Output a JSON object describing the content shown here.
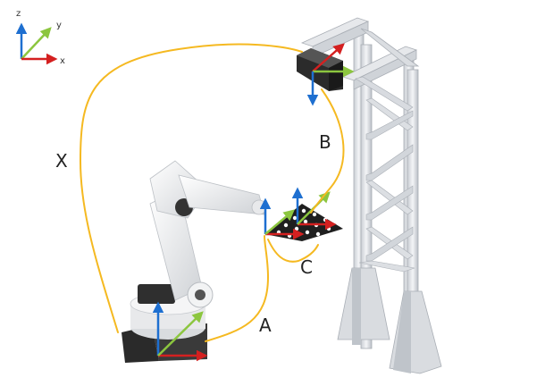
{
  "legend": {
    "z_label": "z",
    "y_label": "y",
    "x_label": "x"
  },
  "labels": {
    "x": "X",
    "a": "A",
    "b": "B",
    "c": "C"
  },
  "colors": {
    "axis_z": "#1e6fd0",
    "axis_y": "#8cc63f",
    "axis_x": "#d42020",
    "transform_path": "#f5b921",
    "robot_body": "#eeeeee",
    "robot_dark": "#2a2a2a",
    "frame_metal": "#dfe2e6"
  },
  "icons": {
    "legend": "coordinate-frame-icon",
    "robot": "industrial-robot-arm",
    "stand": "camera-mount-frame",
    "camera": "camera-device",
    "board": "calibration-checkerboard"
  }
}
